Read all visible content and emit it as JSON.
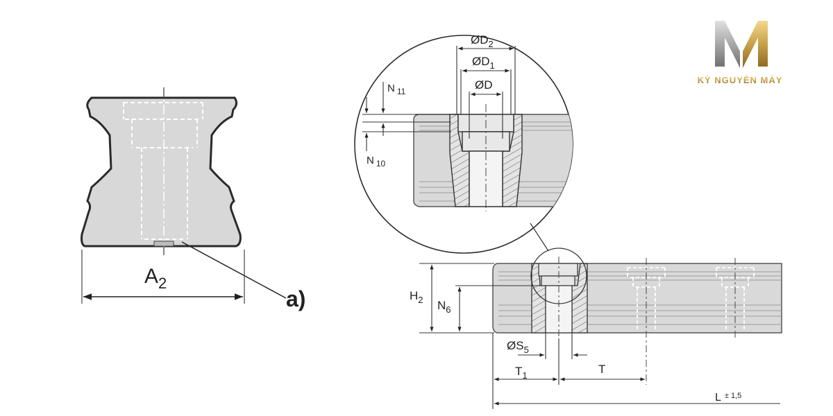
{
  "logo": {
    "name": "KỲ NGUYÊN MÁY",
    "gold": "#c8a04a",
    "silver": "#8c8c8c"
  },
  "left_view": {
    "dimension_label": "A",
    "dimension_sub": "2",
    "callout": "a)"
  },
  "detail_view": {
    "labels": {
      "d2": "ØD",
      "d2_sub": "2",
      "d1": "ØD",
      "d1_sub": "1",
      "d": "ØD",
      "n11": "N",
      "n11_sub": "11",
      "n10": "N",
      "n10_sub": "10"
    }
  },
  "rail_view": {
    "labels": {
      "h2": "H",
      "h2_sub": "2",
      "n6": "N",
      "n6_sub": "6",
      "s5": "ØS",
      "s5_sub": "5",
      "t1": "T",
      "t1_sub": "1",
      "t": "T",
      "l": "L",
      "l_tol": "± 1,5"
    }
  },
  "colors": {
    "body_fill": "#d8d8d8",
    "body_dark": "#c4c4c4",
    "outline": "#2a2a2a",
    "hidden_line": "#ffffff",
    "hatch": "#444444"
  }
}
